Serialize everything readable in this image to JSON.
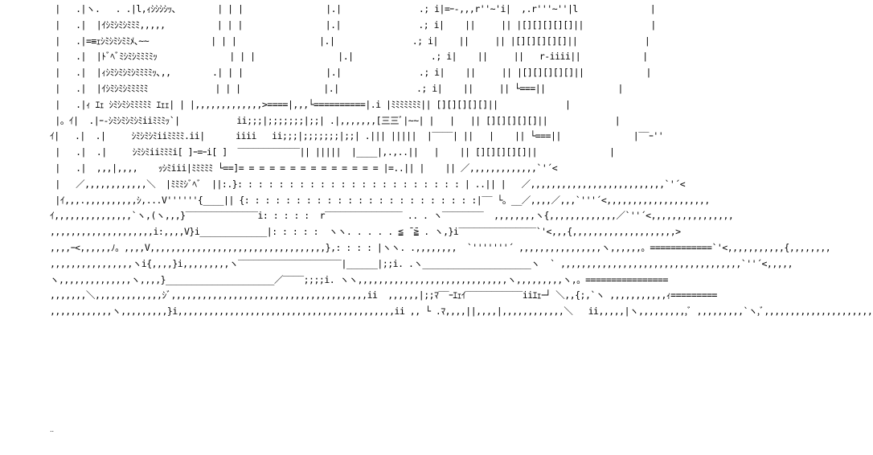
{
  "art": {
    "lines": [
      " |   .|ヽ.   . .|l,ｨｼｼｼｼｯ､        | | |                |.|               .; i|=ｰ-,,,r''~'i|  ,.r'''~''|l              |",
      " |   .|  |ｲｼﾐｼﾐｼﾐﾐﾐ,,,,,          | | |                |.|               .; i|    ||     || |[][][][][]||             |",
      " |   .|=≡ｪｼﾐｼﾐｼﾐﾐﾒ､~~            | | |                |.|               .; i|    ||     || |[][][][][]||             |",
      " |   .|  |ﾄﾞﾍﾞﾐｼﾐｼﾐﾐﾐﾐｯ              | | |                |.|               .; i|    ||     ||   r-iiii||            |",
      " |   .|  |ｨｼﾐｼﾐｼﾐｼﾐﾐﾐﾐｯ､,,        .| | |                |.|               .; i|    ||     || |[][][][][]||            |",
      " |   .|  |ｲｼﾐｼﾐｼﾐﾐﾐﾐﾐ             | | |                |.|               .; i|    ||     || └===||              |",
      " |   .|ｨ ｴｪ ｼﾐｼﾐｼﾐﾐﾐﾐﾐ ｴｪｪ| | |,,,,,,,,,,,,,>====|,,,└==========|.i |ﾐﾐﾐﾐﾐﾐﾐ|| [][][][][]||             |",
      " |。ｲ|  .|ｰ-ｼﾐｼﾐｼﾐｼﾐiiﾐﾐﾐｯ`|           ii;;;|;;;;;;;|;;| .|,,,,,,,[三三ﾞ|~~| |   |   || [][][][][]||             |",
      "ｲ|   .|  .|     ｼﾐｼﾐｼﾐiiﾐﾐﾐﾐ.ii|      iiii   ii;;;|;;;;;;;|;;| .||| |||||  |‾‾‾‾| ||   |    || └===||              |‾‾ｰ''",
      " |   .|  .|     ｼﾐｼﾐiiﾐﾐﾐi[ ]ｰ=ｰi[ ]  ‾‾‾‾‾‾‾‾‾‾‾‾|| |||||  |____|,.,..||   |    || [][][][][]||              |",
      " |   .|  ,,,|,,,,    ｯｼﾐiii|ﾐﾐﾐﾐﾐ └==]= = = = = = = = = = = = = = |=..|| |    || ／,,,,,,,,,,,,,`'´<",
      " |   ／,,,,,,,,,,,,＼  |ﾐﾐﾐｼﾞﾍﾞ  ||:.}: : : : : : : : : : : : : : : : : : : : : : | ..|| |   ／,,,,,,,,,,,,,,,,,,,,,,,,,,`'´<",
      " |ｲ,,,.,,,,,,,,,,ｼ,...V''''''{____|| {: : : : : : : : : : : : : : : : : : : : : : :|‾‾ └。__／,,,,／,,,`'''´<,,,,,,,,,,,,,,,,,,,,",
      "ｲ,,,,,,,,,,,,,,,`ヽ,(ヽ,,,}‾‾‾‾‾‾‾‾‾‾‾‾‾‾i: : : : :  r‾‾‾‾‾‾‾‾‾‾‾‾‾‾‾ .. . ヽ‾‾‾‾‾‾‾‾  ,,,,,,,,ヽ{,,,,,,,,,,,,,／`''´<,,,,,,,,,,,,,,,,",
      ",,,,,,,,,,,,,,,,,,,,i:,,,,V}i_____________|: : : : :  ヽヽ. . . . . ≦ ̄ ̄≧ . ヽ,}i‾‾‾‾‾‾‾‾‾‾‾‾‾‾‾`'<,,,{,,,,,,,,,,,,,,,,,,,,>",
      ",,,,ｰ<,,,,,,ﾉ。,,,,V,,,,,,,,,,,,,,,,,,,,,,,,,,,,,,,,,,},: : : : |ヽヽ. .,,,,,,,,  `'''''''´ ,,,,,,,,,,,,,,,,ヽ,,,,,,。============`'<,,,,,,,,,,,{,,,,,,,,",
      ",,,,,,,,,,,,,,,,ヽi{,,,,}i,,,,,,,,,ヽ‾‾‾‾‾‾‾‾‾‾‾‾‾‾‾‾‾‾‾‾|______|;;i. .ヽ_____________________ヽ  ` ,,,,,,,,,,,,,,,,,,,,,,,,,,,,,,,,,,,`''´<,,,,,",
      "ヽ,,,,,,,,,,,,,,ヽ,,,,}_____________________／‾‾‾‾;;;;i. ヽヽ,,,,,,,,,,,,,,,,,,,,,,,,,,,,,ヽ,,,,,,,,,ヽ,。================",
      ",,,,,,,＼,,,,,,,,,,,,,ｼﾞ,,,,,,,,,,,,,,,,,,,,,,,,,,,,,,,,,,,,,,ii  ,,,,,,|;;ﾏ‾‾ｰｴｪｲ‾‾‾‾‾‾‾‾‾‾‾iiｴｪｰ┘ ＼,,{;,`ヽ ,,,,,,,,,,,ｨ=========",
      ",,,,,,,,,,,,ヽ,,,,,,,,,}i,,,,,,,,,,,,,,,,,,,,,,,,,,,,,,,,,,,,,,,,,,ii ,, └ .ﾏ,,,,||,,,,|,,,,,,,,,,,,＼   ii,,,,,|ヽ,,,,,,,,,,ﾞ ,,,,,,,,,`ヽ,ﾞ,,,,,,,,,,,,,,,,,,,,,,,,,"
    ],
    "footer": "..",
    "colors": {
      "background": "#ffffff",
      "ink": "#000000"
    }
  }
}
